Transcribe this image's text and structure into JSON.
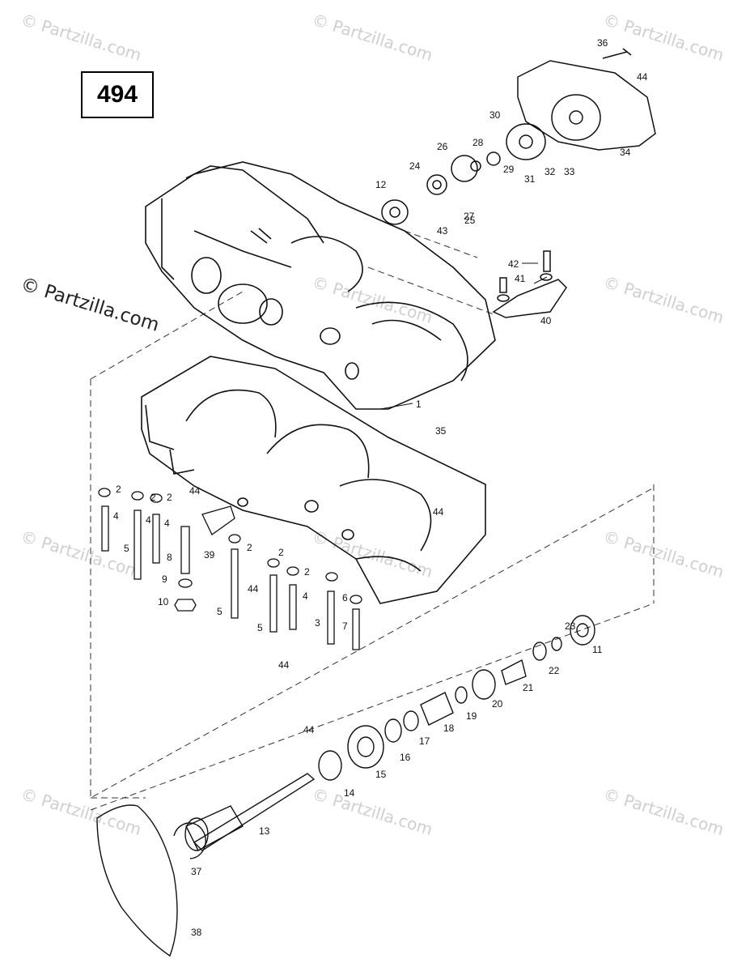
{
  "diagram_code": "494",
  "copyright_text": "© Partzilla.com",
  "watermark_text": "© Partzilla.com",
  "callouts": [
    "1",
    "2",
    "2",
    "2",
    "2",
    "2",
    "2",
    "3",
    "4",
    "4",
    "4",
    "4",
    "5",
    "5",
    "5",
    "6",
    "7",
    "8",
    "9",
    "10",
    "11",
    "12",
    "13",
    "14",
    "15",
    "16",
    "17",
    "18",
    "19",
    "20",
    "21",
    "22",
    "23",
    "24",
    "25",
    "26",
    "27",
    "28",
    "29",
    "30",
    "31",
    "32",
    "33",
    "34",
    "35",
    "36",
    "37",
    "38",
    "39",
    "40",
    "41",
    "42",
    "43",
    "44",
    "44",
    "44",
    "44",
    "44",
    "44"
  ]
}
